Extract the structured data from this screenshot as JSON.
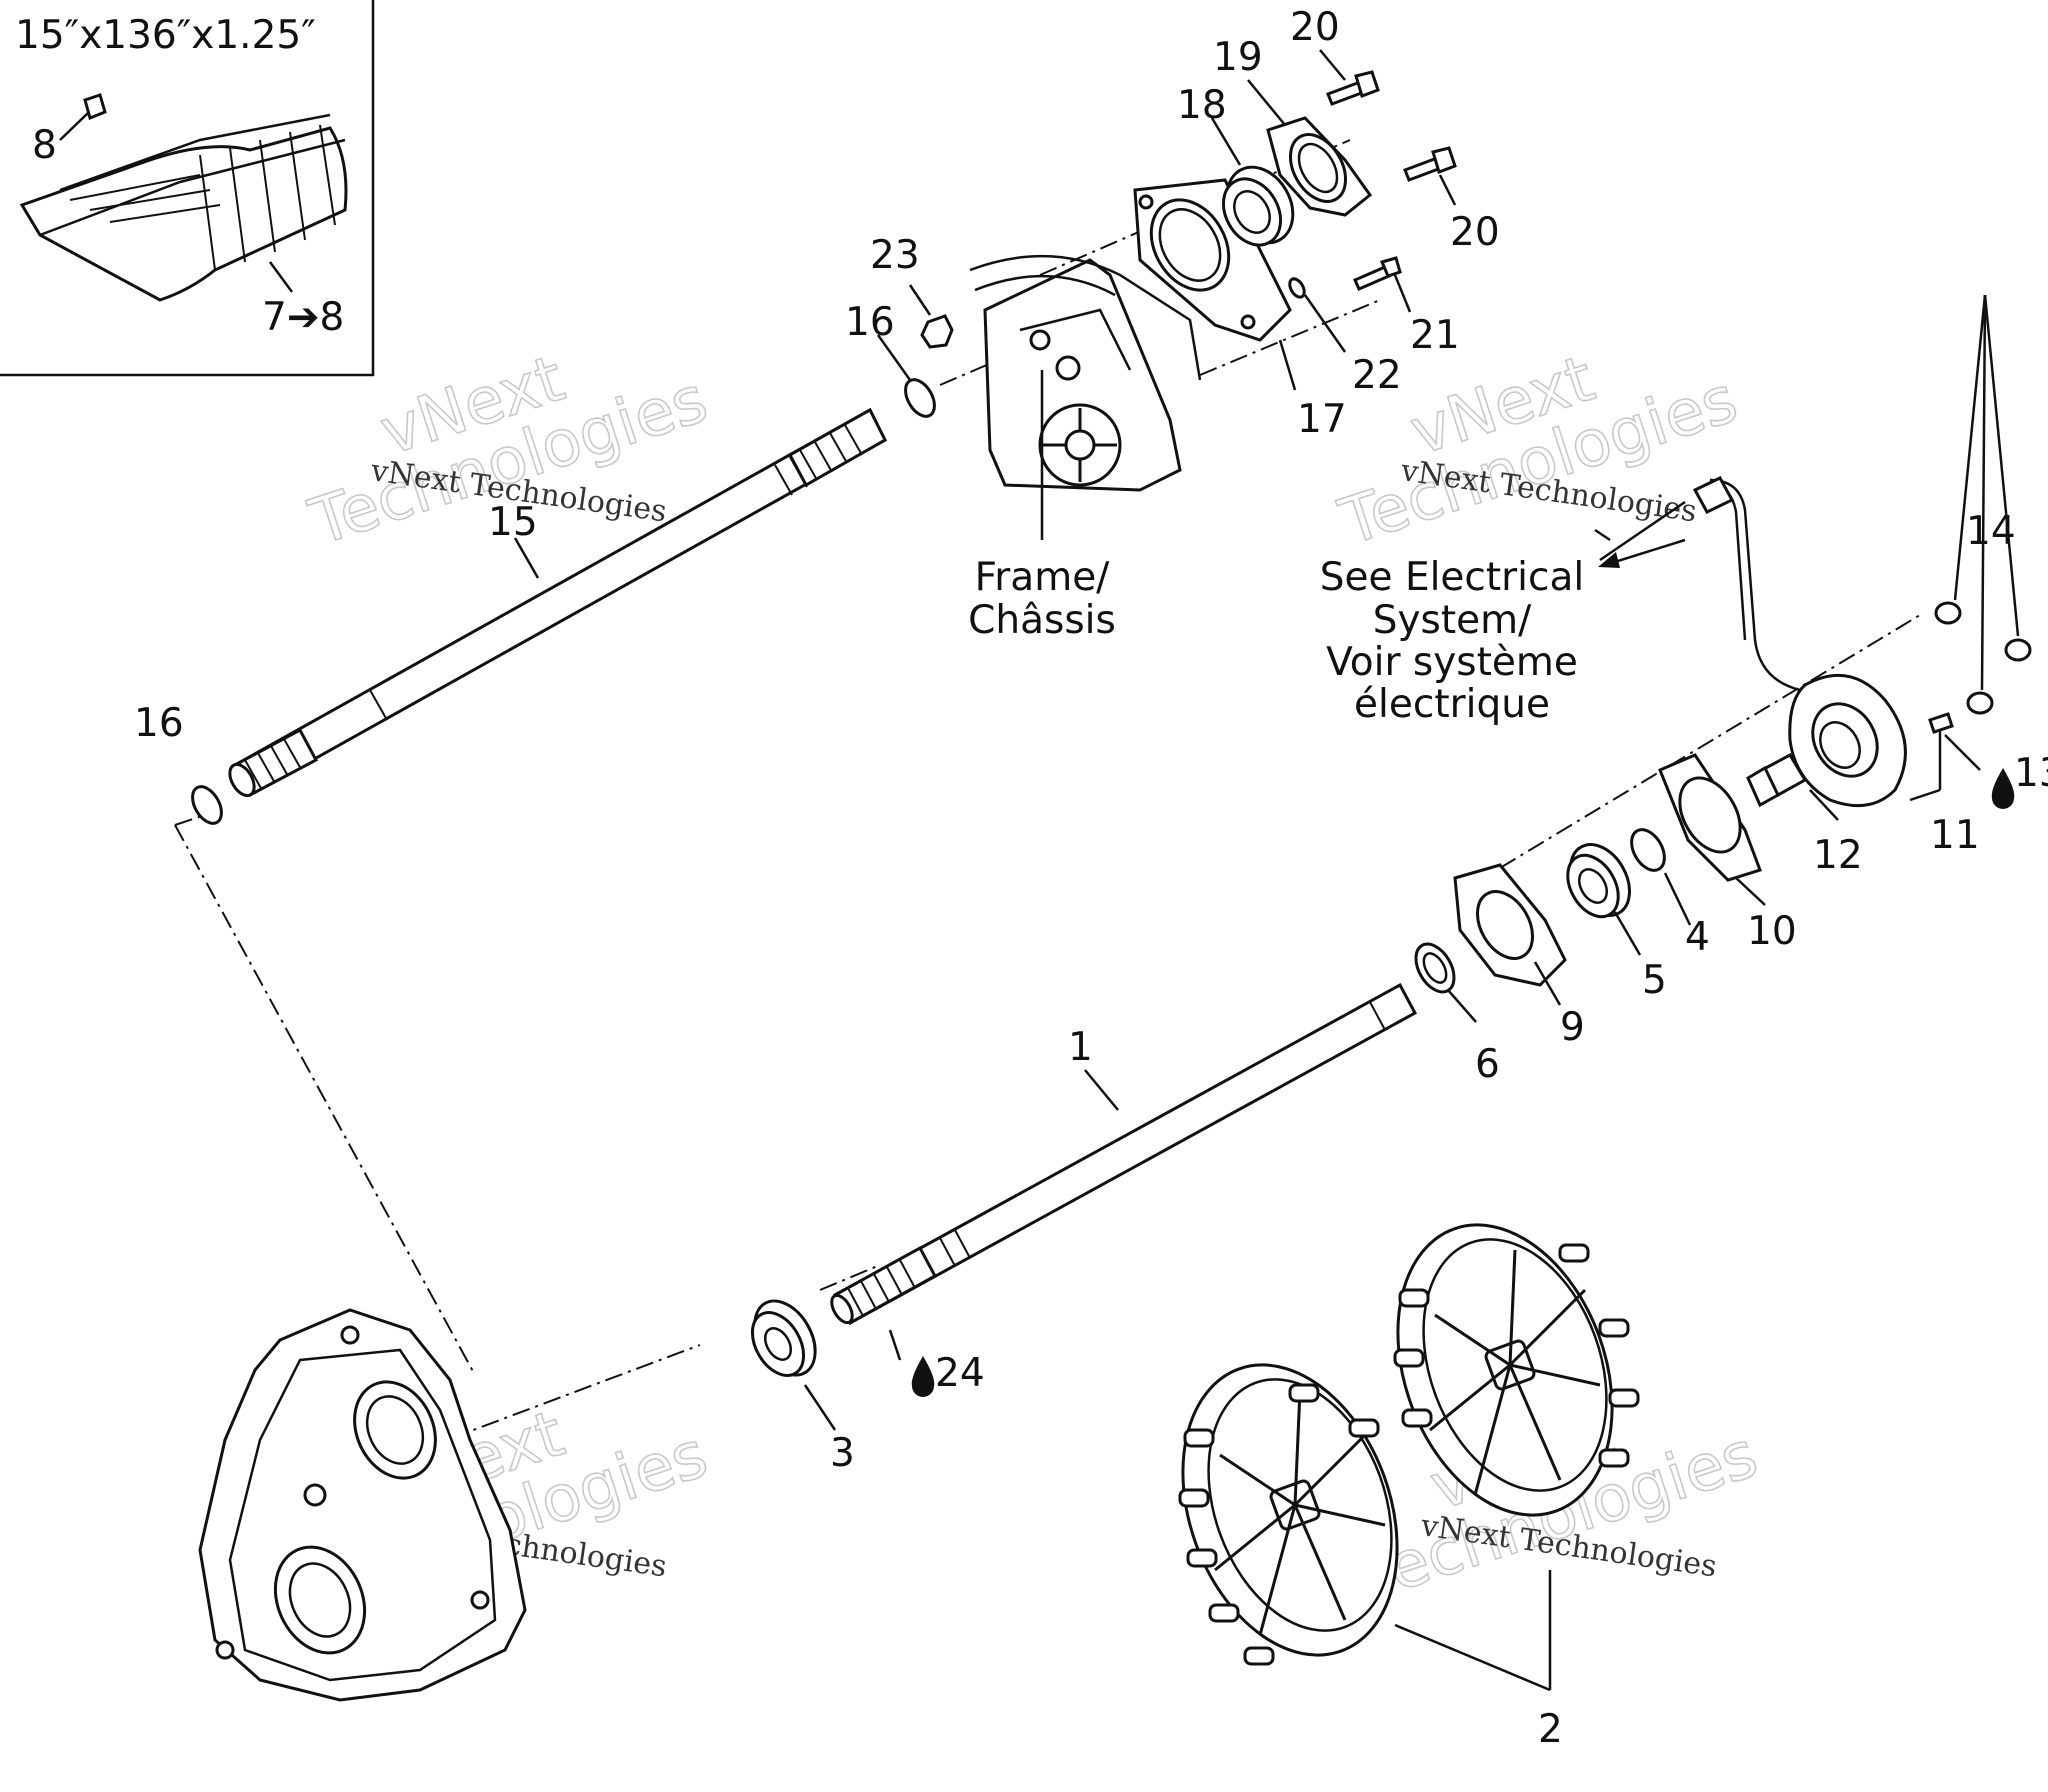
{
  "inset": {
    "track_size": "15″x136″x1.25″",
    "clip_callout": "8",
    "track_callout": "7➔8"
  },
  "callouts": {
    "c1": "1",
    "c2": "2",
    "c3": "3",
    "c4": "4",
    "c5": "5",
    "c6": "6",
    "c9": "9",
    "c10": "10",
    "c11": "11",
    "c12": "12",
    "c13": "13",
    "c14": "14",
    "c15": "15",
    "c16a": "16",
    "c16b": "16",
    "c17": "17",
    "c18": "18",
    "c19": "19",
    "c20a": "20",
    "c20b": "20",
    "c21": "21",
    "c22": "22",
    "c23": "23",
    "c24": "24"
  },
  "labels": {
    "frame_line1": "Frame/",
    "frame_line2": "Châssis",
    "elec_line1": "See Electrical",
    "elec_line2": "System/",
    "elec_line3": "Voir système",
    "elec_line4": "électrique"
  },
  "watermark": {
    "big_line1": "vNext",
    "big_line2": "Technologies",
    "small": "vNext Technologies"
  },
  "icons": [
    "oil-drop-icon",
    "arrow-right-icon"
  ]
}
